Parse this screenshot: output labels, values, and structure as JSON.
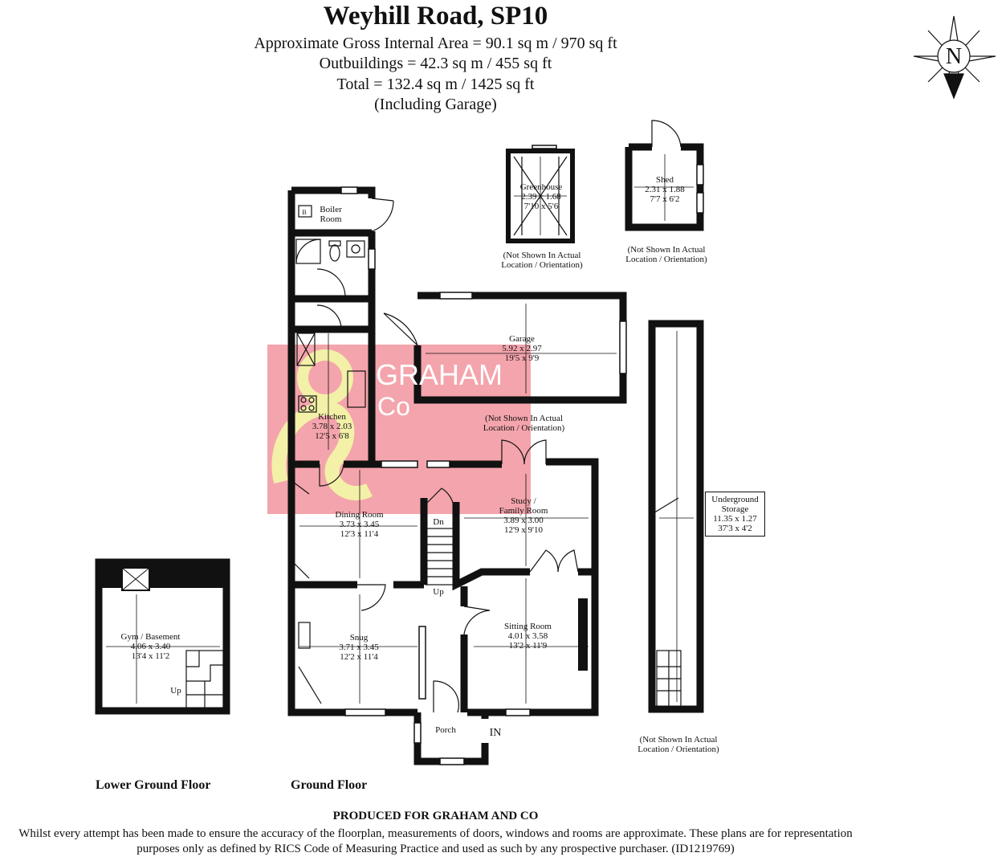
{
  "header": {
    "title": "Weyhill Road, SP10",
    "lines": [
      "Approximate Gross Internal Area = 90.1 sq m / 970 sq ft",
      "Outbuildings = 42.3 sq m / 455 sq ft",
      "Total = 132.4 sq m / 1425 sq ft",
      "(Including Garage)"
    ]
  },
  "compass": {
    "letter": "N"
  },
  "watermark": {
    "line1": "GRAHAM",
    "line2": "Co",
    "color": "#f4a4ac",
    "accent": "#f3f0a8"
  },
  "rooms": {
    "boiler": {
      "name": "Boiler\nRoom",
      "symbol": "B"
    },
    "greenhouse": {
      "name": "Greenhouse",
      "metric": "2.39 x 1.68",
      "imperial": "7'10 x 5'6"
    },
    "shed": {
      "name": "Shed",
      "metric": "2.31 x 1.88",
      "imperial": "7'7 x 6'2"
    },
    "garage": {
      "name": "Garage",
      "metric": "5.92 x 2.97",
      "imperial": "19'5 x 9'9"
    },
    "kitchen": {
      "name": "Kitchen",
      "metric": "3.78 x 2.03",
      "imperial": "12'5 x 6'8"
    },
    "dining": {
      "name": "Dining Room",
      "metric": "3.73 x 3.45",
      "imperial": "12'3 x 11'4"
    },
    "study": {
      "name": "Study /\nFamily Room",
      "metric": "3.89 x 3.00",
      "imperial": "12'9 x 9'10"
    },
    "snug": {
      "name": "Snug",
      "metric": "3.71 x 3.45",
      "imperial": "12'2 x 11'4"
    },
    "sitting": {
      "name": "Sitting Room",
      "metric": "4.01 x 3.58",
      "imperial": "13'2 x 11'9"
    },
    "porch": {
      "name": "Porch"
    },
    "gym": {
      "name": "Gym / Basement",
      "metric": "4.06 x 3.40",
      "imperial": "13'4 x 11'2"
    },
    "storage": {
      "name": "Underground\nStorage",
      "metric": "11.35 x 1.27",
      "imperial": "37'3 x 4'2"
    }
  },
  "markers": {
    "dn": "Dn",
    "up": "Up",
    "up_gym": "Up",
    "entrance": "IN"
  },
  "notes": {
    "not_shown": "(Not Shown In Actual\nLocation / Orientation)"
  },
  "floors": {
    "lower": "Lower Ground Floor",
    "ground": "Ground Floor"
  },
  "footer": {
    "heading": "PRODUCED FOR GRAHAM AND CO",
    "disclaimer": "Whilst every attempt has been made to ensure the accuracy of the floorplan, measurements of doors, windows and rooms are approximate. These plans are for representation purposes only as defined by RICS Code of Measuring Practice and used as such by any prospective purchaser. (ID1219769)"
  }
}
